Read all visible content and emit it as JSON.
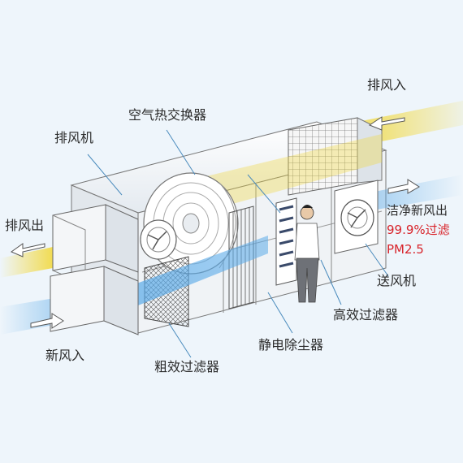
{
  "labels": {
    "exhaust_in": "排风入",
    "heat_exchanger": "空气热交换器",
    "exhaust_fan": "排风机",
    "exhaust_out": "排风出",
    "fresh_out_1": "洁净新风出",
    "fresh_out_2": "99.9%过滤",
    "fresh_out_3": "PM2.5",
    "supply_fan": "送风机",
    "hepa_filter": "高效过滤器",
    "esp": "静电除尘器",
    "coarse_filter": "粗效过滤器",
    "fresh_in": "新风入"
  },
  "colors": {
    "background": "#eef5fb",
    "exhaust_flow": "#f2d83a",
    "fresh_flow": "#5aaae8",
    "highlight_text": "#d8232a",
    "arrow_fill": "#ffffff"
  }
}
